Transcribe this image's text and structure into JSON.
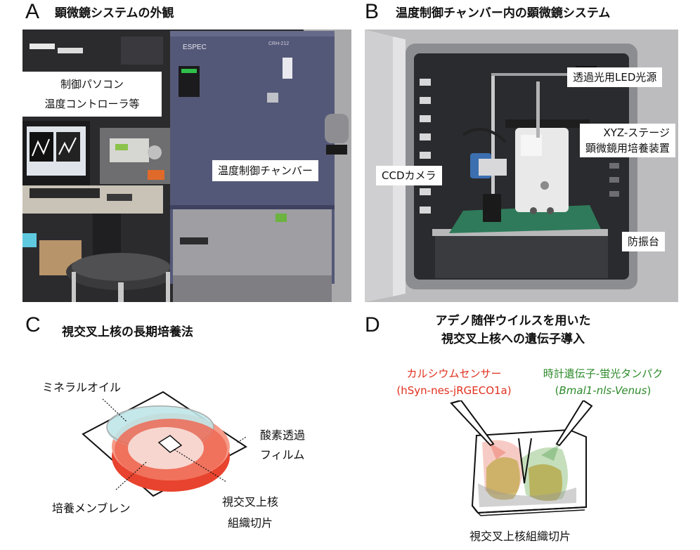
{
  "panel_a": {
    "letter": "A",
    "title": "顕微鏡システムの外観",
    "label_pc_line1": "制御パソコン",
    "label_pc_line2": "温度コントローラ等",
    "label_chamber": "温度制御チャンバー",
    "brand_text": "ESPEC",
    "model_text": "CRH-212"
  },
  "panel_b": {
    "letter": "B",
    "title": "温度制御チャンバー内の顕微鏡システム",
    "label_led": "透過光用LED光源",
    "label_stage_line1": "XYZ-ステージ",
    "label_stage_line2": "顕微鏡用培養装置",
    "label_ccd": "CCDカメラ",
    "label_table": "防振台"
  },
  "panel_c": {
    "letter": "C",
    "title": "視交叉上核の長期培養法",
    "label_oil": "ミネラルオイル",
    "label_film_line1": "酸素透過",
    "label_film_line2": "フィルム",
    "label_membrane": "培養メンブレン",
    "label_slice_line1": "視交叉上核",
    "label_slice_line2": "組織切片"
  },
  "panel_d": {
    "letter": "D",
    "title_line1": "アデノ随伴ウイルスを用いた",
    "title_line2": "視交叉上核への遺伝子導入",
    "sensor_line1": "カルシウムセンサー",
    "sensor_line2": "(hSyn-nes-jRGECO1a)",
    "clock_line1": "時計遺伝子-蛍光タンパク",
    "clock_line2_open": "(",
    "clock_line2_italic": "Bmal1-nls-Venus",
    "clock_line2_close": ")",
    "label_slice": "視交叉上核組織切片"
  },
  "colors": {
    "red_label": "#e0301e",
    "green_label": "#2e8a2b",
    "chamber_purple": "#545878",
    "culture_red": "#e8432e",
    "oil_cyan": "#bfe6e8"
  }
}
